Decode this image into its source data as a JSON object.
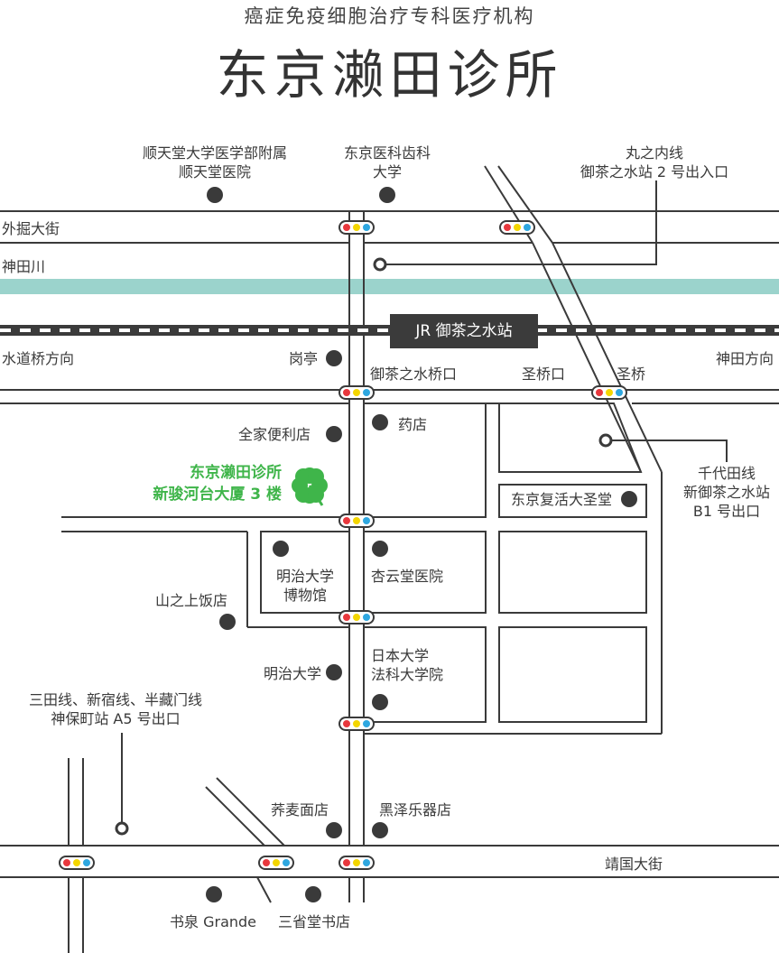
{
  "header": {
    "subtitle": "癌症免疫细胞治疗专科医疗机构",
    "title": "东京濑田诊所"
  },
  "station": {
    "label": "JR 御茶之水站"
  },
  "streets": {
    "sotobori": "外掘大街",
    "kanda_river": "神田川",
    "suidobashi": "水道桥方向",
    "kanda_dir": "神田方向",
    "ochanomizubashi": "御茶之水桥口",
    "hijiri_exit": "圣桥口",
    "hijiri_bridge": "圣桥",
    "yasukuni": "靖国大街"
  },
  "exits": {
    "marunouchi": [
      "丸之内线",
      "御茶之水站 2 号出入口"
    ],
    "chiyoda": [
      "千代田线",
      "新御茶之水站",
      "B1 号出口"
    ],
    "mita": [
      "三田线、新宿线、半藏门线",
      "神保町站 A5 号出口"
    ]
  },
  "clinic": [
    "东京濑田诊所",
    "新骏河台大厦 3 楼"
  ],
  "landmarks": {
    "juntendo": [
      "顺天堂大学医学部附属",
      "顺天堂医院"
    ],
    "tmdu": [
      "东京医科齿科",
      "大学"
    ],
    "okatei": "岗亭",
    "pharmacy": "药店",
    "familymart": "全家便利店",
    "cathedral": "东京复活大圣堂",
    "meiji_museum": [
      "明治大学",
      "博物馆"
    ],
    "kyounkai": "杏云堂医院",
    "yamanoue": "山之上饭店",
    "meiji_univ": "明治大学",
    "nihon_univ": [
      "日本大学",
      "法科大学院"
    ],
    "soba": "荞麦面店",
    "kurosawa": "黑泽乐器店",
    "shosen": "书泉 Grande",
    "sanseido": "三省堂书店"
  },
  "colors": {
    "road": "#3a3a3a",
    "river": "#9bd3cc",
    "clinic_green": "#3fb54a",
    "light_red": "#e8383d",
    "light_yellow": "#f4d600",
    "light_blue": "#2ea7e0"
  }
}
